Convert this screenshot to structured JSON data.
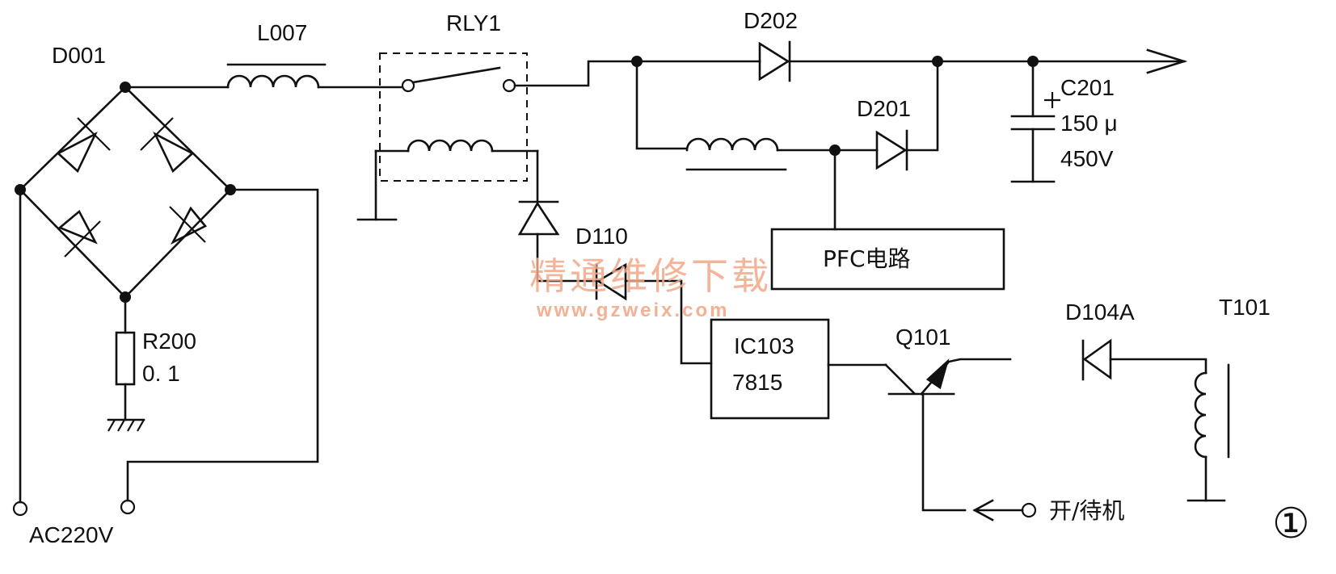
{
  "labels": {
    "d001": "D001",
    "l007": "L007",
    "rly1": "RLY1",
    "d202": "D202",
    "d201": "D201",
    "c201_name": "C201",
    "c201_cap": "150 μ",
    "c201_volt": "450V",
    "d110": "D110",
    "pfc": "PFC电路",
    "r200_name": "R200",
    "r200_val": "0. 1",
    "ic103_name": "IC103",
    "ic103_part": "7815",
    "q101": "Q101",
    "d104a": "D104A",
    "t101": "T101",
    "power_switch": "开/待机",
    "ac_input": "AC220V",
    "figure_number": "①"
  },
  "watermark": {
    "line1": "精通维修下载",
    "line2": "www.gzweix.com"
  },
  "colors": {
    "ink": "#111111",
    "watermark": "#f3a889"
  }
}
